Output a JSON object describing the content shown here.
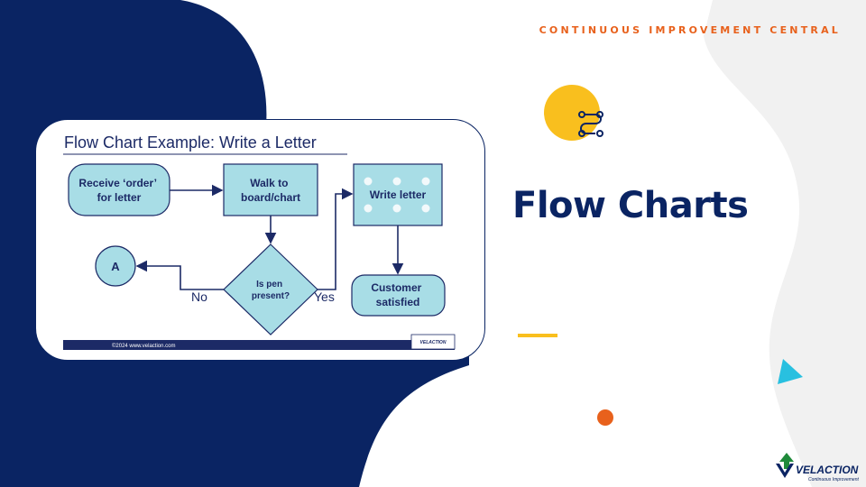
{
  "header": {
    "brand": "CONTINUOUS IMPROVEMENT CENTRAL"
  },
  "slide": {
    "title": "Flow Charts"
  },
  "colors": {
    "navy": "#0a2463",
    "orange": "#e8611c",
    "yellow": "#f9bf1e",
    "cyan": "#28c0e0",
    "box_fill": "#a8dde6"
  },
  "icons": [
    "route-icon"
  ],
  "flowchart": {
    "title": "Flow Chart Example: Write a Letter",
    "nodes": {
      "receive": [
        "Receive ‘order’",
        "for letter"
      ],
      "walk": [
        "Walk to",
        "board/chart"
      ],
      "write": "Write letter",
      "decision": [
        "Is pen",
        "present?"
      ],
      "connector": "A",
      "customer": [
        "Customer",
        "satisfied"
      ]
    },
    "edges": {
      "no": "No",
      "yes": "Yes"
    },
    "footer": {
      "copyright": "©2024 www.velaction.com"
    }
  },
  "logo": {
    "text": "VELACTION",
    "tagline": "Continuous Improvement"
  }
}
